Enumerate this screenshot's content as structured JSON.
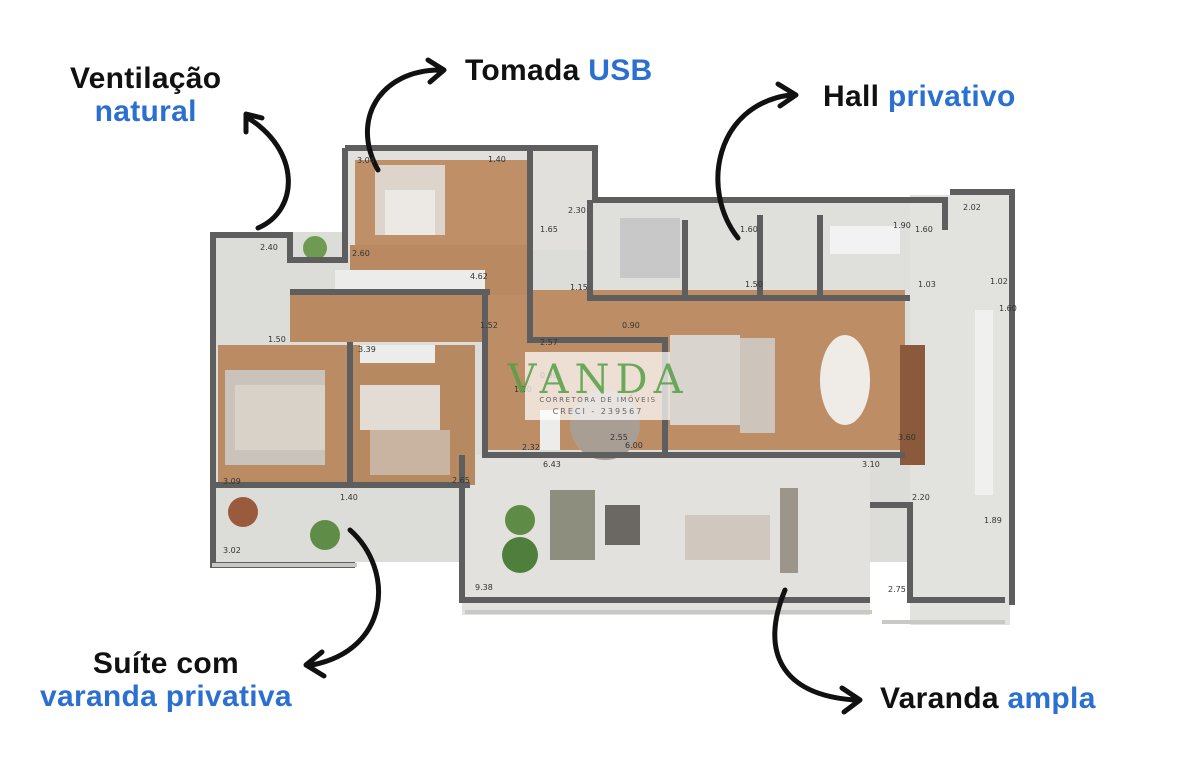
{
  "callouts": {
    "ventilacao": {
      "line1": "Ventilação",
      "line2": "natural"
    },
    "tomada": {
      "text": "Tomada ",
      "accent": "USB"
    },
    "hall": {
      "text": "Hall ",
      "accent": "privativo"
    },
    "suite": {
      "line1": "Suíte com",
      "line2": "varanda privativa"
    },
    "varanda": {
      "text": "Varanda ",
      "accent": "ampla"
    }
  },
  "watermark": {
    "name": "VANDA",
    "subtitle": "CORRETORA DE IMÓVEIS",
    "creci": "CRECI - 239567"
  },
  "dimensions": [
    "3.04",
    "1.40",
    "2.30",
    "1.65",
    "1.15",
    "2.40",
    "2.60",
    "4.62",
    "1.50",
    "1.52",
    "1.60",
    "1.50",
    "1.90",
    "1.60",
    "1.03",
    "2.02",
    "1.02",
    "1.60",
    "3.39",
    "2.57",
    "0.90",
    "0.90",
    "1.30",
    "2.55",
    "6.00",
    "3.60",
    "3.10",
    "6.43",
    "2.32",
    "2.65",
    "3.09",
    "1.40",
    "3.02",
    "9.38",
    "2.20",
    "1.89",
    "2.75"
  ],
  "colors": {
    "accent": "#2b6fd0",
    "text": "#111111",
    "wall": "#5e5e5e",
    "wood": "#b98a62",
    "tile": "#dadad6"
  }
}
